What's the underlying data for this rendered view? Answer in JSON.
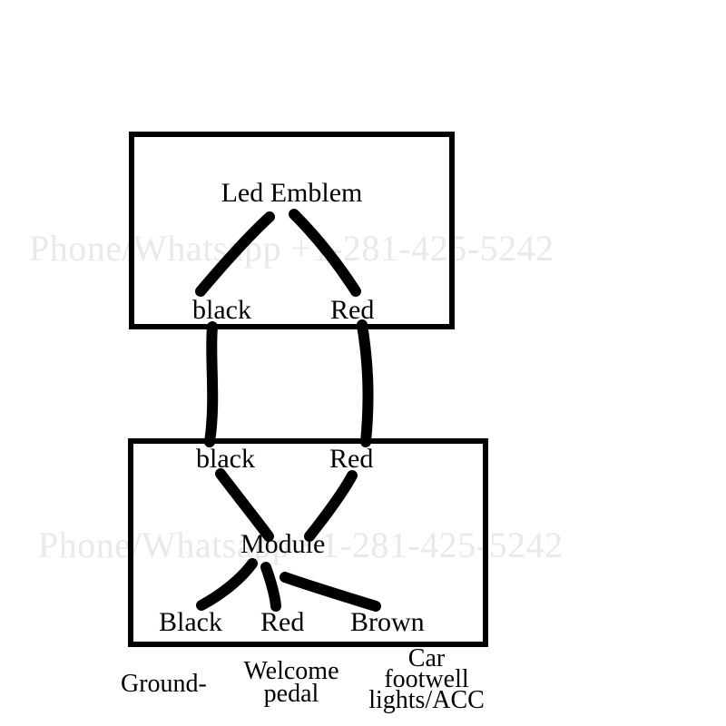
{
  "page": {
    "background_color": "#ffffff",
    "ink_color": "#000000"
  },
  "watermark": {
    "text": "Phone/Whatsapp +1-281-425-5242",
    "color": "#e9e9e9"
  },
  "emblem_box": {
    "title": "Led Emblem",
    "wire_black_label": "black",
    "wire_red_label": "Red"
  },
  "module_box": {
    "title": "Module",
    "input_black_label": "black",
    "input_red_label": "Red",
    "output_black_label": "Black",
    "output_red_label": "Red",
    "output_brown_label": "Brown"
  },
  "external_labels": {
    "ground": "Ground-",
    "welcome_line1": "Welcome",
    "welcome_line2": "pedal",
    "car_line1": "Car",
    "car_line2": "footwell",
    "car_line3": "lights/ACC"
  },
  "wires": {
    "color": "#000000",
    "stroke_width": 12
  }
}
